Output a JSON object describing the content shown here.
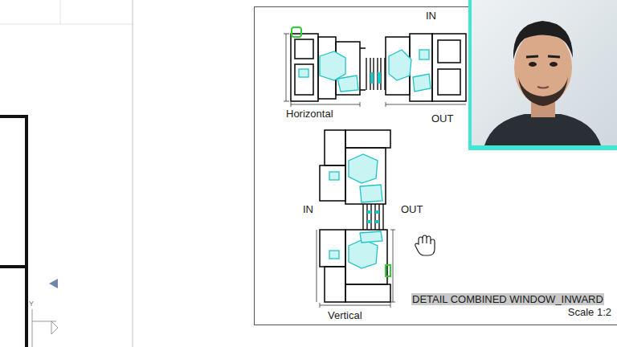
{
  "diagram": {
    "caption": "DETAIL COMBINED WINDOW_INWARD",
    "labels": [
      "IN",
      "Horizontal",
      "OUT",
      "IN",
      "OUT",
      "Vertical",
      "Scale 1:2",
      "Y"
    ]
  }
}
